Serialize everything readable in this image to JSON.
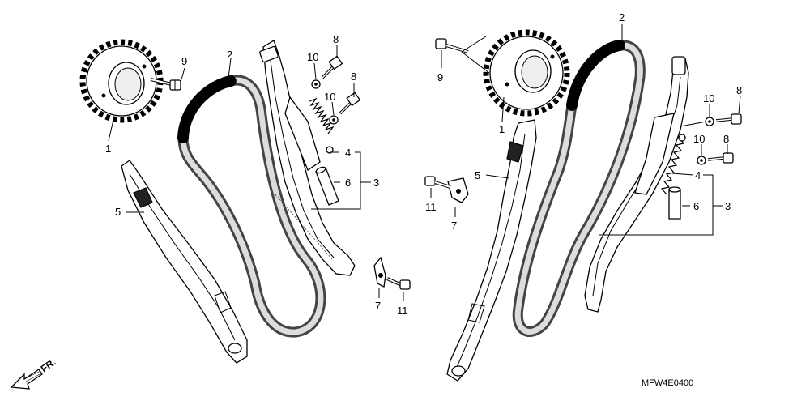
{
  "diagram": {
    "left": {
      "labels": {
        "sprocket": "1",
        "chain": "2",
        "tensioner_assy": "3",
        "tensioner_arm": "4",
        "guide": "5",
        "collar": "6",
        "bracket": "7",
        "bolt_upper": "8",
        "bolt_lower": "8",
        "sprocket_bolt": "9",
        "washer_upper": "10",
        "washer_lower": "10",
        "bracket_bolt": "11"
      }
    },
    "right": {
      "labels": {
        "sprocket": "1",
        "chain": "2",
        "tensioner_assy": "3",
        "tensioner_arm": "4",
        "guide": "5",
        "collar": "6",
        "bracket": "7",
        "bolt_upper": "8",
        "bolt_lower": "8",
        "sprocket_bolt": "9",
        "washer_upper": "10",
        "washer_lower": "10",
        "bracket_bolt": "11"
      }
    },
    "front_indicator": "FR.",
    "figure_code": "MFW4E0400"
  }
}
